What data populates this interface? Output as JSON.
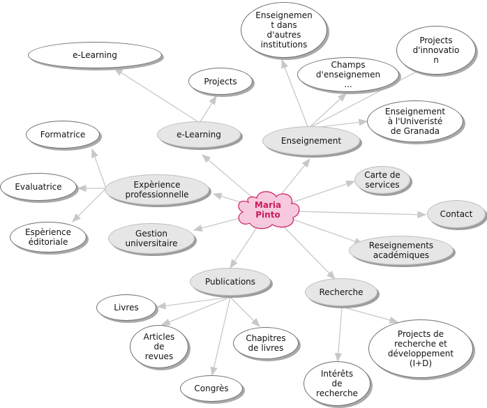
{
  "center": {
    "label": "Maria\nPinto",
    "color": "#cc1c5c",
    "fill": "#f6c9df"
  },
  "nodes": {
    "ens_autres": "Enseignemen\nt dans\nd'autres\ninstitutions",
    "projects_innov": "Projects\nd'innovatio\nn",
    "elearning_top": "e-Learning",
    "projects": "Projects",
    "champs": "Champs\nd'enseignemen\n...",
    "elearning_mid": "e-Learning",
    "enseignement": "Enseignement",
    "ens_granada": "Enseignement\nà l'Univeristé\nde Granada",
    "formatrice": "Formatrice",
    "experience_pro": "Expèrience\nprofessionnelle",
    "carte": "Carte de\nservices",
    "evaluatrice": "Evaluatrice",
    "contact": "Contact",
    "esperience_edit": "Espèrience\néditoriale",
    "gestion": "Gestion\nuniversitaire",
    "reseignements": "Reseignements\nacadémiques",
    "publications": "Publications",
    "recherche": "Recherche",
    "livres": "Livres",
    "articles": "Articles\nde\nrevues",
    "chapitres": "Chapitres\nde livres",
    "projects_rd": "Projects  de\nrecherche et\ndéveloppement\n(I+D)",
    "congres": "Congrès",
    "interets": "Intérêts\nde\nrecherche"
  },
  "colors": {
    "node_fill": "#ffffff",
    "category_fill": "#e6e6e6",
    "connector": "#c8c8c8"
  }
}
